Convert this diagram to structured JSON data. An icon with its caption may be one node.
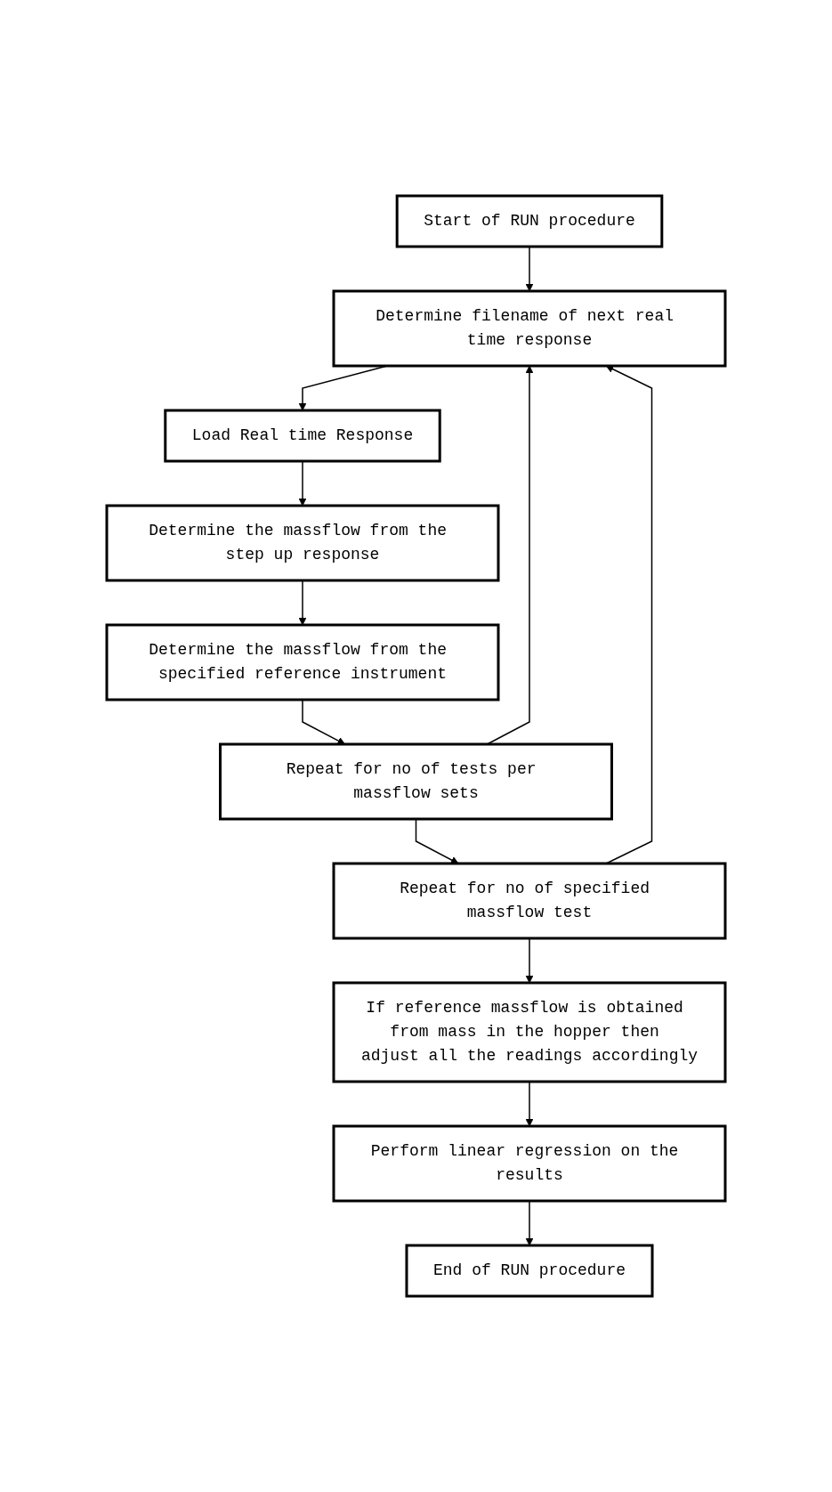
{
  "diagram": {
    "nodes": [
      {
        "text": [
          "Start of RUN procedure"
        ]
      },
      {
        "text": [
          "Determine filename of next real time response"
        ]
      },
      {
        "text": [
          "Load Real time Response"
        ]
      },
      {
        "text": [
          "Determine the massflow from the step up response"
        ]
      },
      {
        "text": [
          "Determine the massflow from the specified reference instrument"
        ]
      },
      {
        "text": [
          "Repeat for no of tests per massflow sets"
        ]
      },
      {
        "text": [
          "Repeat for no of specified massflow test"
        ]
      },
      {
        "text": [
          "If reference massflow is obtained from mass in the hopper then adjust all the readings accordingly"
        ]
      },
      {
        "text": [
          "Perform linear regression on the results"
        ]
      },
      {
        "text": [
          "End of RUN procedure"
        ]
      }
    ],
    "edges": [
      {
        "from": 0,
        "to": 1,
        "arrow": "to"
      },
      {
        "from": 1,
        "to": 2,
        "arrow": "to"
      },
      {
        "from": 2,
        "to": 3,
        "arrow": "to"
      },
      {
        "from": 3,
        "to": 4,
        "arrow": "to"
      },
      {
        "from": 4,
        "to": 5,
        "arrow": "to"
      },
      {
        "from": 5,
        "to": 6,
        "arrow": "to"
      },
      {
        "from": 6,
        "to": 7,
        "arrow": "to"
      },
      {
        "from": 7,
        "to": 8,
        "arrow": "to"
      },
      {
        "from": 8,
        "to": 9,
        "arrow": "to"
      },
      {
        "from": 5,
        "to": 1,
        "arrow": "to"
      },
      {
        "from": 6,
        "to": 1,
        "arrow": "to"
      }
    ]
  }
}
